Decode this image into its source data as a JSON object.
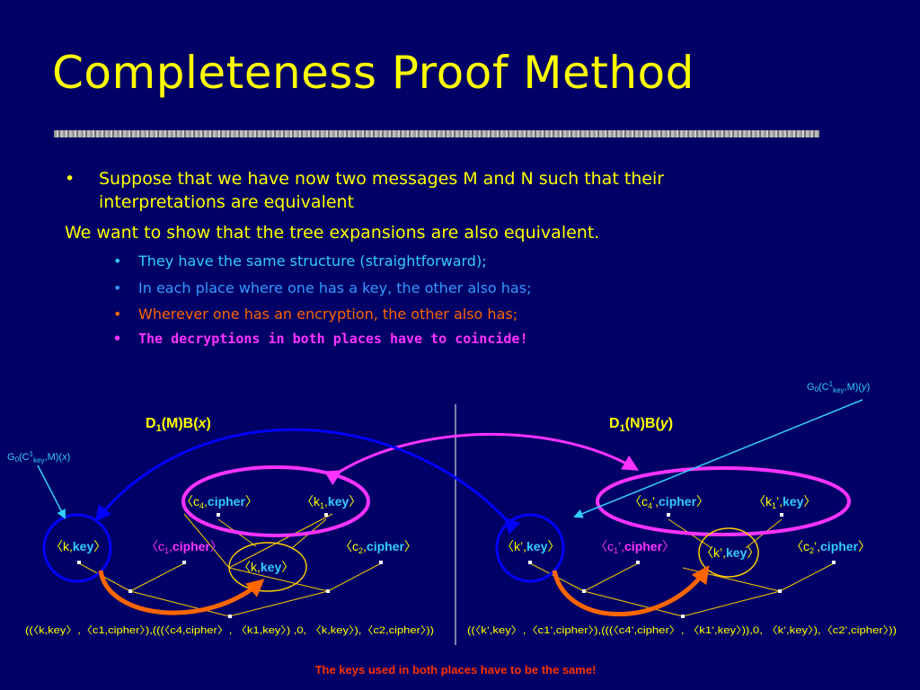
{
  "slide": {
    "title": "Completeness Proof Method",
    "bullet1": "Suppose that we have now two messages M and N such that their interpretations are equivalent",
    "line2": "We want to show that the tree expansions are also equivalent.",
    "sub_bullets": [
      "They have the same structure (straightforward);",
      "In each place where one has a key, the other also has;",
      "Wherever one has an encryption, the other also has;",
      "The decryptions in both places have to coincide!"
    ],
    "bullet_char": "•"
  },
  "diagram": {
    "left": {
      "head_prefix": "D",
      "head_sub": "1",
      "head_mid": "(M)B(",
      "head_var": "x",
      "head_end": ")",
      "g_prefix": "G",
      "g_sub0": "0",
      "g_mid": "(C",
      "g_sup": "1",
      "g_subkey": "key",
      "g_end": ",M)(",
      "g_var": "x",
      "g_close": ")",
      "node_c4": {
        "lt": "〈c",
        "sub": "4",
        "sep": ",",
        "word": "cipher",
        "rt": "〉"
      },
      "node_k1": {
        "lt": "〈k",
        "sub": "1",
        "sep": ",",
        "word": "key",
        "rt": "〉"
      },
      "node_k": {
        "lt": "〈k,",
        "word": "key",
        "rt": "〉"
      },
      "node_c1": {
        "lt": "〈c",
        "sub": "1",
        "sep": ",",
        "word": "cipher",
        "rt": "〉"
      },
      "node_c2": {
        "lt": "〈c",
        "sub": "2",
        "sep": ",",
        "word": "cipher",
        "rt": "〉"
      },
      "node_kc": {
        "lt": "〈k,",
        "word": "key",
        "rt": "〉"
      },
      "expression": "((〈k,key〉,〈c1,cipher〉),(((〈c4,cipher〉, 〈k1,key〉) ,0, 〈k,key〉),〈c2,cipher〉))"
    },
    "right": {
      "head_prefix": "D",
      "head_sub": "1",
      "head_mid": "(N)B(",
      "head_var": "y",
      "head_end": ")",
      "g_prefix": "G",
      "g_sub0": "0",
      "g_mid": "(C",
      "g_sup": "1",
      "g_subkey": "key",
      "g_end": ",M)(",
      "g_var": "y",
      "g_close": ")",
      "node_c4": {
        "lt": "〈c",
        "sub": "4",
        "sep": "’,",
        "word": "cipher",
        "rt": "〉"
      },
      "node_k1": {
        "lt": "〈k",
        "sub": "1",
        "sep": "’,",
        "word": "key",
        "rt": "〉"
      },
      "node_k": {
        "lt": "〈k’,",
        "word": "key",
        "rt": "〉"
      },
      "node_c1": {
        "lt": "〈c",
        "sub": "1",
        "sep": "’,",
        "word": "cipher",
        "rt": "〉"
      },
      "node_c2": {
        "lt": "〈c",
        "sub": "2",
        "sep": "’,",
        "word": "cipher",
        "rt": "〉"
      },
      "node_kc": {
        "lt": "〈k’,",
        "word": "key",
        "rt": "〉"
      },
      "expression": "((〈k’,key〉,〈c1’,cipher〉),(((〈c4’,cipher〉, 〈k1’,key〉)),0, 〈k’,key〉),〈c2’,cipher〉))"
    },
    "footer": "The keys used in both places have to be the same!"
  },
  "colors": {
    "background": "#000066",
    "title": "#ffff00",
    "tree_line": "#ffcc00",
    "magenta": "#ff33ff",
    "blue_ellipse": "#0000ff",
    "orange_arrow": "#ff6600",
    "cyan_text": "#33ccff",
    "footer": "#ff3300"
  }
}
